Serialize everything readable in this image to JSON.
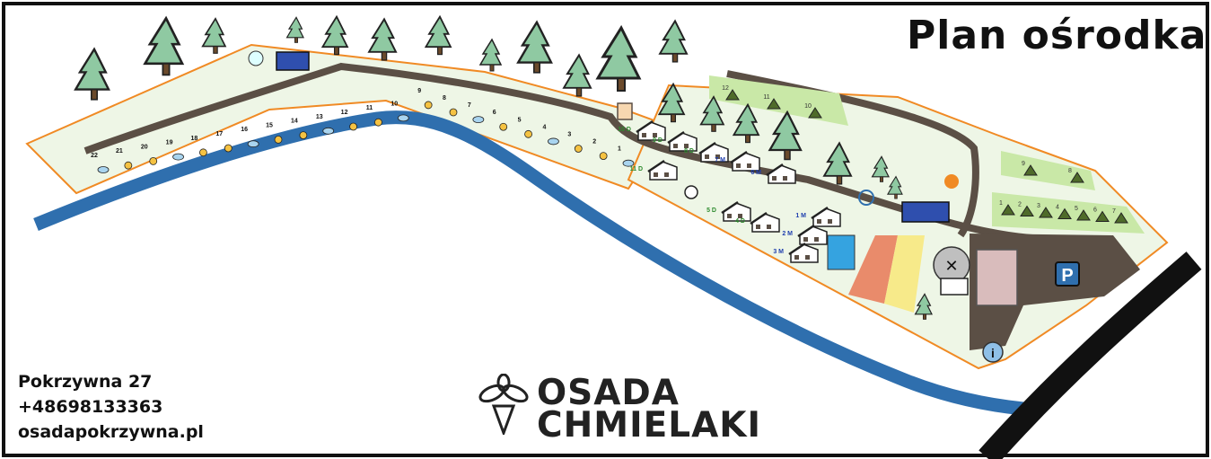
{
  "title": "Plan ośrodka",
  "contact": {
    "address": "Pokrzywna 27",
    "phone": "+48698133363",
    "website": "osadapokrzywna.pl"
  },
  "brand": {
    "line1": "OSADA",
    "line2": "CHMIELAKI"
  },
  "colors": {
    "river": "#2f6fae",
    "road": "#5b4f45",
    "boundary": "#f08a24",
    "plot": "#e6f2dc",
    "tent_area": "#c9e8a7",
    "sport_court": "#e98b6b",
    "volley_court": "#f7ea8a",
    "parking": "#cfc6c0"
  },
  "left_plots": [
    "22",
    "21",
    "20",
    "19",
    "18",
    "17",
    "16",
    "15",
    "14",
    "13",
    "12",
    "11",
    "10",
    "9",
    "8",
    "7",
    "6",
    "5",
    "4",
    "3",
    "2",
    "1"
  ],
  "tent_plots_top": [
    "12",
    "11",
    "10"
  ],
  "tent_plots_right_top": [
    "9",
    "8"
  ],
  "tent_plots_right_bottom": [
    "1",
    "2",
    "3",
    "4",
    "5",
    "6",
    "7"
  ],
  "cabins": [
    "10 D",
    "9 D",
    "8 D",
    "7 M",
    "6 M",
    "11 D",
    "5 D",
    "4 D",
    "1 M",
    "2 M",
    "3 M"
  ],
  "parking_sign": "P",
  "info_sign": "i"
}
